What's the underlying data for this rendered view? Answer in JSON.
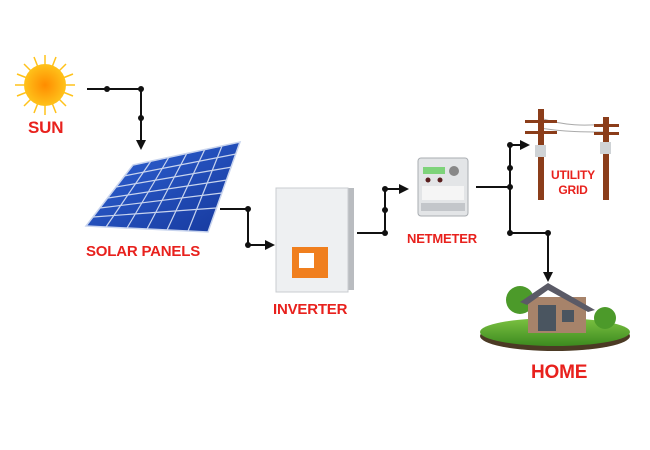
{
  "labels": {
    "sun": "SUN",
    "solar_panels": "SOLAR PANELS",
    "inverter": "INVERTER",
    "netmeter": "NETMETER",
    "utility_grid_line1": "UTILITY",
    "utility_grid_line2": "GRID",
    "home": "HOME"
  },
  "colors": {
    "label": "#e8211d",
    "connector": "#111111",
    "panel": "#1f4fbf",
    "sun": "#f7a400",
    "inverter_accent": "#f07f1e"
  }
}
